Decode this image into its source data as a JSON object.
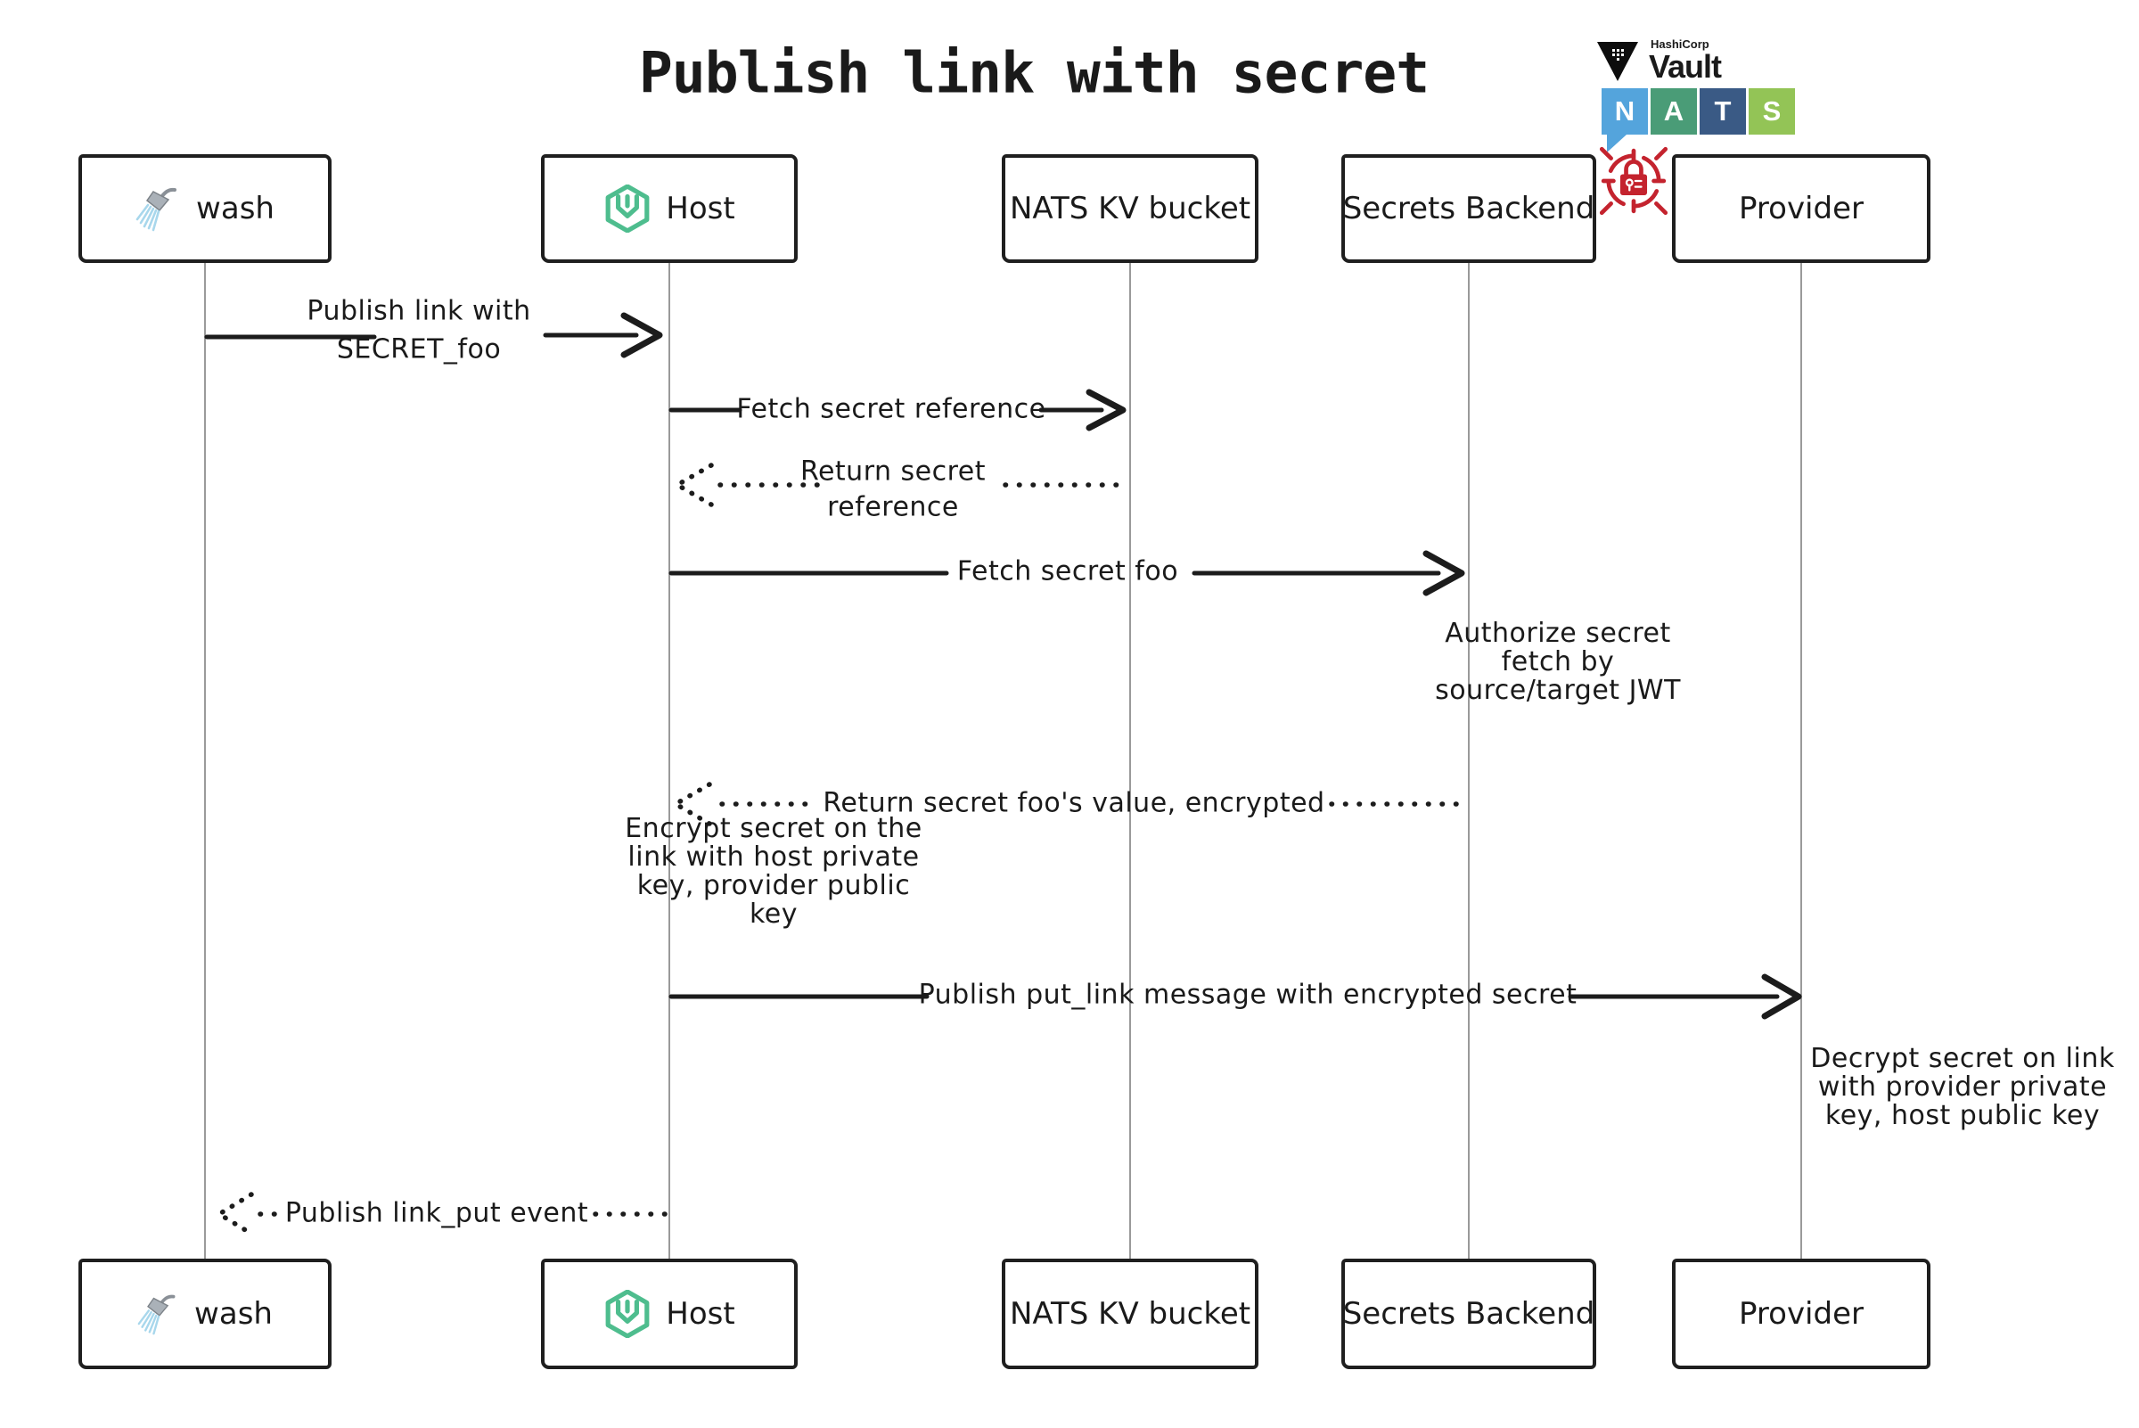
{
  "title": "Publish link with secret",
  "logos": {
    "vault": {
      "brand": "HashiCorp",
      "product": "Vault",
      "color": "#0d0d0d"
    },
    "nats": {
      "letters": [
        "N",
        "A",
        "T",
        "S"
      ],
      "colors": [
        "#54a4dc",
        "#4a9c77",
        "#3a5a85",
        "#93c456"
      ]
    },
    "secret_icon": {
      "name": "lock-target",
      "color": "#c4232e"
    }
  },
  "participants": [
    {
      "id": "wash",
      "label": "wash",
      "icon": "shower-icon"
    },
    {
      "id": "host",
      "label": "Host",
      "icon": "wasmcloud-hexagon-icon"
    },
    {
      "id": "nats",
      "label": "NATS KV bucket",
      "icon": null
    },
    {
      "id": "secrets",
      "label": "Secrets Backend",
      "icon": null
    },
    {
      "id": "provider",
      "label": "Provider",
      "icon": null
    }
  ],
  "messages": [
    {
      "from": "wash",
      "to": "host",
      "style": "solid",
      "label_lines": [
        "Publish link with",
        "SECRET_foo"
      ]
    },
    {
      "from": "host",
      "to": "nats",
      "style": "solid",
      "label_lines": [
        "Fetch secret reference"
      ]
    },
    {
      "from": "nats",
      "to": "host",
      "style": "dotted",
      "label_lines": [
        "Return secret",
        "reference"
      ]
    },
    {
      "from": "host",
      "to": "secrets",
      "style": "solid",
      "label_lines": [
        "Fetch secret foo"
      ]
    },
    {
      "from": "secrets",
      "to": "host",
      "style": "dotted",
      "label_lines": [
        "Return secret foo's value, encrypted"
      ]
    },
    {
      "from": "host",
      "to": "provider",
      "style": "solid",
      "label_lines": [
        "Publish put_link message with encrypted secret"
      ]
    },
    {
      "from": "host",
      "to": "wash",
      "style": "dotted",
      "label_lines": [
        "Publish link_put event"
      ]
    }
  ],
  "notes": [
    {
      "near": "secrets",
      "lines": [
        "Authorize secret",
        "fetch by",
        "source/target JWT"
      ]
    },
    {
      "near": "host",
      "lines": [
        "Encrypt secret on the",
        "link with host private",
        "key, provider public",
        "key"
      ]
    },
    {
      "near": "provider",
      "lines": [
        "Decrypt secret on link",
        "with provider private",
        "key, host public key"
      ]
    }
  ]
}
